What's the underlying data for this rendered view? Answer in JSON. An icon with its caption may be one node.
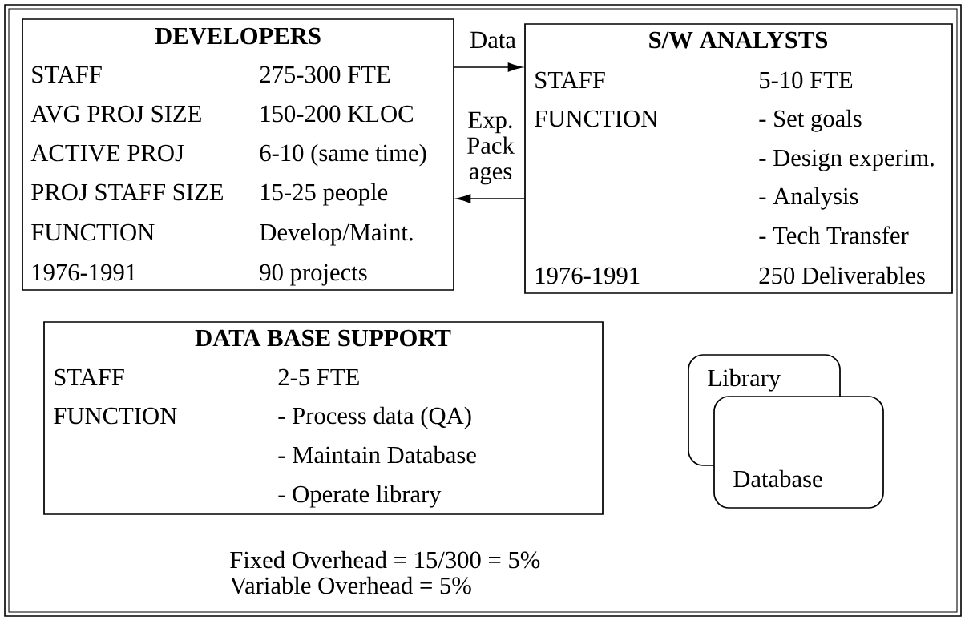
{
  "diagram": {
    "nodes": [
      {
        "text": [
          "DEVELOPERS",
          "STAFF",
          "275-300 FTE",
          "AVG PROJ SIZE",
          "150-200 KLOC",
          "ACTIVE PROJ",
          "6-10 (same time)",
          "PROJ STAFF SIZE",
          "15-25 people",
          "FUNCTION",
          "Develop/Maint.",
          "1976-1991",
          "90 projects"
        ]
      },
      {
        "text": [
          "S/W ANALYSTS",
          "STAFF",
          "5-10 FTE",
          "FUNCTION",
          "- Set goals",
          "- Design experim.",
          "- Analysis",
          "- Tech Transfer",
          "1976-1991",
          "250 Deliverables"
        ]
      },
      {
        "text": [
          "DATA BASE SUPPORT",
          "STAFF",
          "2-5 FTE",
          "FUNCTION",
          "- Process data (QA)",
          "- Maintain Database",
          "- Operate library"
        ]
      },
      {
        "text": [
          "Library"
        ]
      },
      {
        "text": [
          "Database"
        ]
      }
    ],
    "edges": [
      {
        "from": 0,
        "to": 1,
        "arrow": "to",
        "label": "Data"
      },
      {
        "from": 1,
        "to": 0,
        "arrow": "to",
        "label": "Exp. Pack ages"
      }
    ],
    "labels": [
      "Fixed Overhead = 15/300 = 5%",
      "Variable Overhead = 5%"
    ]
  }
}
